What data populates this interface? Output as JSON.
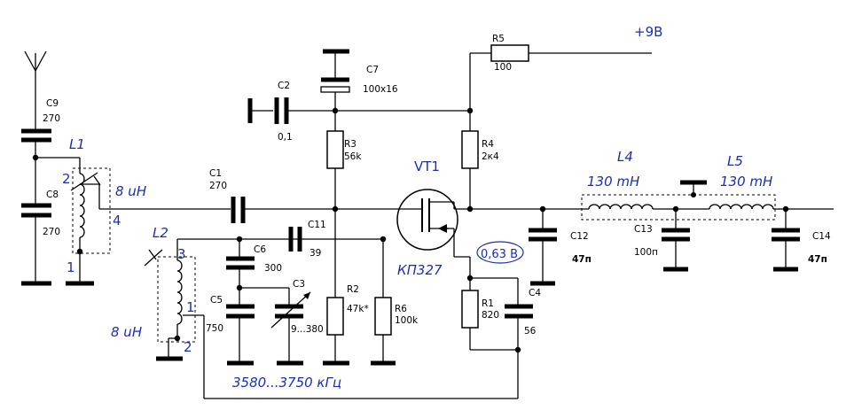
{
  "supply": "+9В",
  "resistors": {
    "r1": {
      "name": "R1",
      "value": "820"
    },
    "r2": {
      "name": "R2",
      "value": "47k*"
    },
    "r3": {
      "name": "R3",
      "value": "56k"
    },
    "r4": {
      "name": "R4",
      "value": "2к4"
    },
    "r5": {
      "name": "R5",
      "value": "100"
    },
    "r6": {
      "name": "R6",
      "value": "100k"
    }
  },
  "capacitors": {
    "c1": {
      "name": "C1",
      "value": "270"
    },
    "c2": {
      "name": "C2",
      "value": "0,1"
    },
    "c3": {
      "name": "C3",
      "value": "9...380"
    },
    "c4": {
      "name": "C4",
      "value": "56"
    },
    "c5": {
      "name": "C5",
      "value": "750"
    },
    "c6": {
      "name": "C6",
      "value": "300"
    },
    "c7": {
      "name": "C7",
      "value": "100x16"
    },
    "c8": {
      "name": "C8",
      "value": "270"
    },
    "c9": {
      "name": "C9",
      "value": "270"
    },
    "c11": {
      "name": "C11",
      "value": "39"
    },
    "c12": {
      "name": "C12",
      "value": "47п"
    },
    "c13": {
      "name": "C13",
      "value": "100п"
    },
    "c14": {
      "name": "C14",
      "value": "47п"
    }
  },
  "inductors": {
    "l1": {
      "name": "L1",
      "value": "8 uH",
      "pin_top": "2",
      "pin_right": "4",
      "pin_bottom": "1"
    },
    "l2": {
      "name": "L2",
      "value": "8 uH",
      "pin_top": "3",
      "pin_tap": "1",
      "pin_bottom": "2"
    },
    "l4": {
      "name": "L4",
      "value": "130 mH"
    },
    "l5": {
      "name": "L5",
      "value": "130 mH"
    }
  },
  "transistor": {
    "name": "VT1",
    "type": "КП327"
  },
  "source_voltage": "0,63 В",
  "frequency_range": "3580...3750 кГц"
}
